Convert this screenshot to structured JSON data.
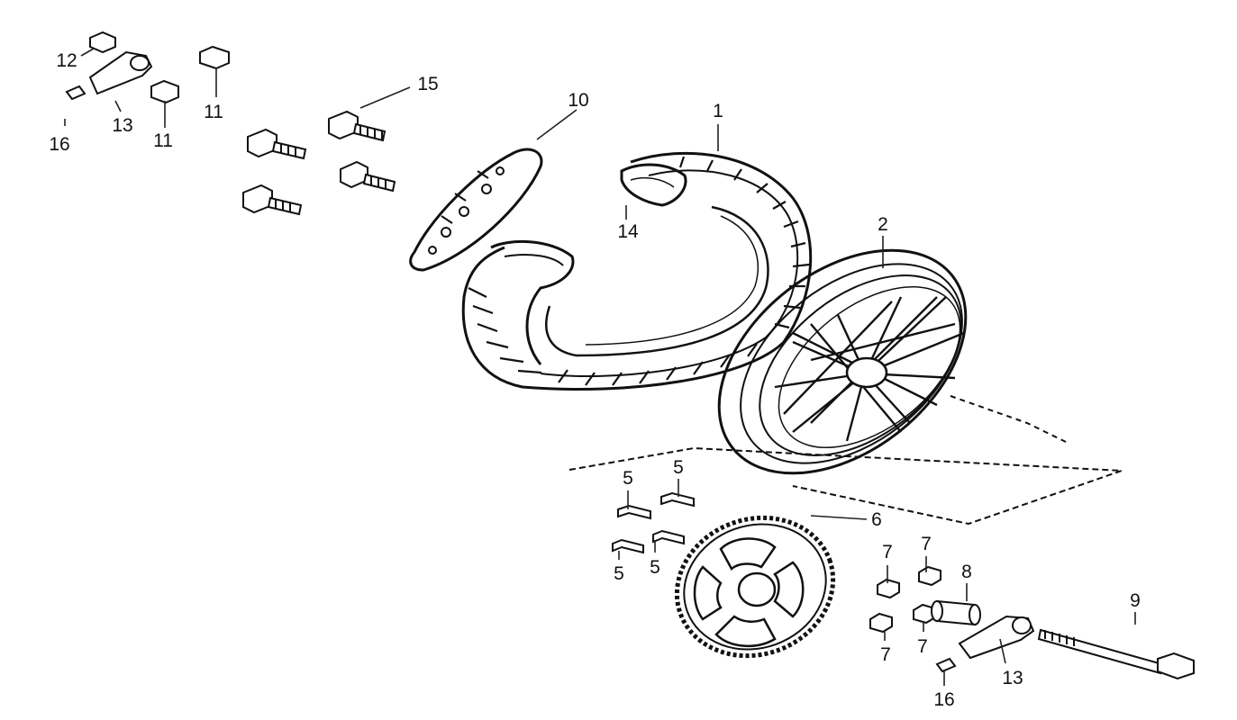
{
  "colors": {
    "ink": "#111111",
    "paper": "#ffffff"
  },
  "callouts": {
    "c1": "1",
    "c2": "2",
    "c5a": "5",
    "c5b": "5",
    "c5c": "5",
    "c5d": "5",
    "c6": "6",
    "c7a": "7",
    "c7b": "7",
    "c7c": "7",
    "c7d": "7",
    "c8": "8",
    "c9": "9",
    "c10": "10",
    "c11a": "11",
    "c11b": "11",
    "c12": "12",
    "c13a": "13",
    "c13b": "13",
    "c14": "14",
    "c15": "15",
    "c16a": "16",
    "c16b": "16"
  }
}
